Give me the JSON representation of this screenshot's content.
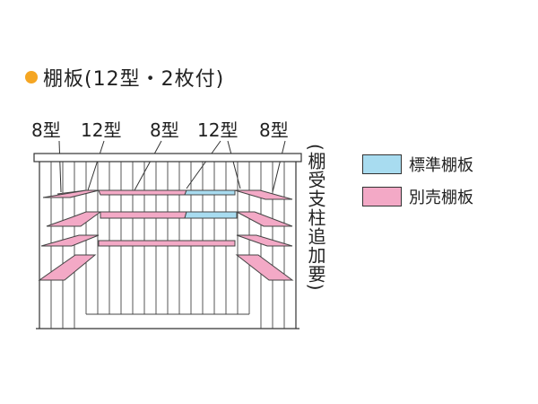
{
  "title": {
    "text": "棚板(12型・2枚付)",
    "bullet_color": "#f5a623"
  },
  "type_labels": [
    "8型",
    "12型",
    "8型",
    "12型",
    "8型"
  ],
  "side_note": "(棚受支柱追加要)",
  "legend": [
    {
      "label": "標準棚板",
      "color": "#a8dcf0"
    },
    {
      "label": "別売棚板",
      "color": "#f3a9c6"
    }
  ],
  "colors": {
    "outline": "#333333",
    "standard": "#a8dcf0",
    "optional": "#f3a9c6"
  }
}
